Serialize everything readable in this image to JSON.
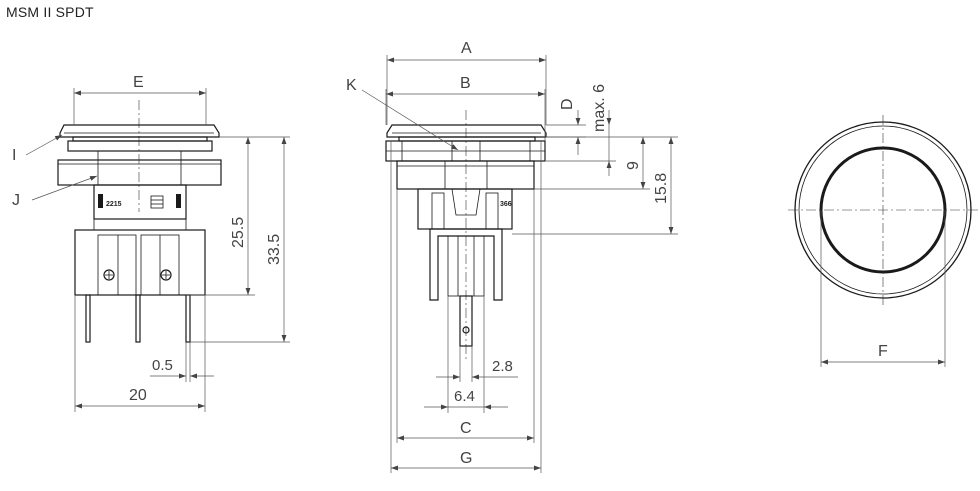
{
  "title": "MSM II SPDT",
  "front_view": {
    "labels": {
      "E": "E",
      "I": "I",
      "J": "J"
    },
    "dims": {
      "h1": "25.5",
      "h2": "33.5",
      "pin": "0.5",
      "width": "20"
    },
    "marking": "2215"
  },
  "side_view": {
    "labels": {
      "A": "A",
      "B": "B",
      "C": "C",
      "D": "D",
      "G": "G",
      "K": "K"
    },
    "dims": {
      "max": "max. 6",
      "nine": "9",
      "h": "15.8",
      "tab": "2.8",
      "tabw": "6.4"
    },
    "marking": "366"
  },
  "top_view": {
    "labels": {
      "F": "F"
    }
  }
}
